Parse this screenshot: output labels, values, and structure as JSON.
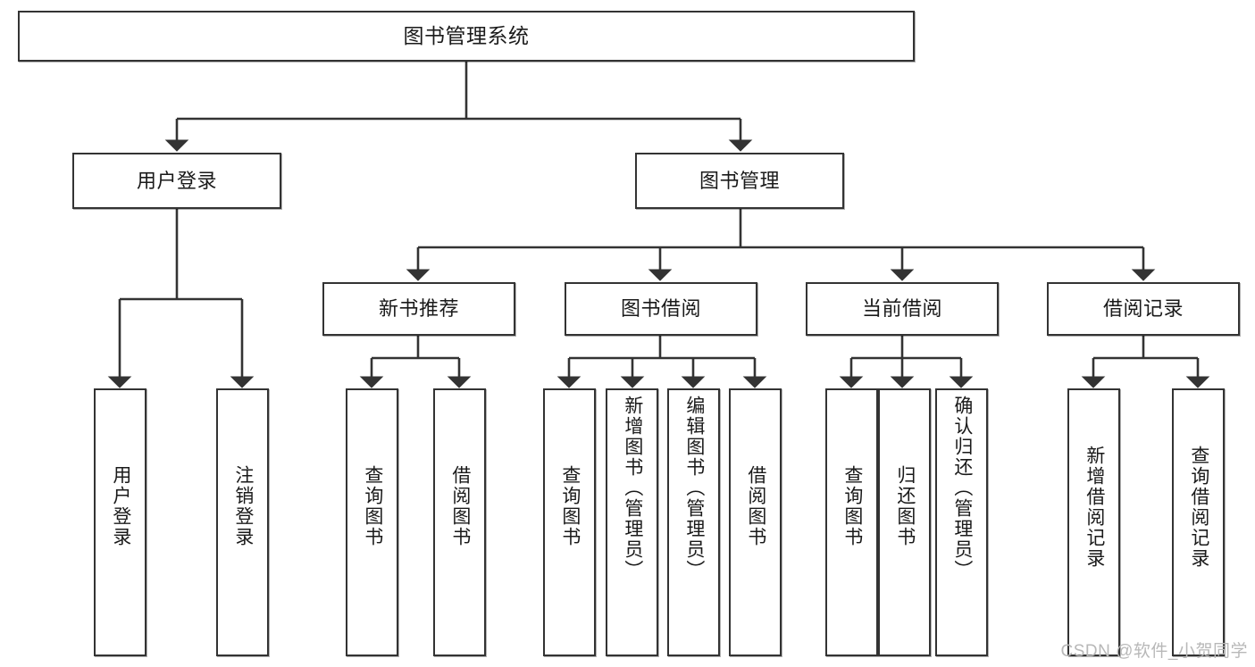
{
  "diagram": {
    "title": "图书管理系统",
    "type": "tree-structure-chart",
    "root": {
      "label": "图书管理系统"
    },
    "level2": [
      {
        "label": "用户登录"
      },
      {
        "label": "图书管理"
      }
    ],
    "level3": [
      {
        "label": "新书推荐"
      },
      {
        "label": "图书借阅"
      },
      {
        "label": "当前借阅"
      },
      {
        "label": "借阅记录"
      }
    ],
    "leaves": {
      "user_login": [
        {
          "label": "用户登录"
        },
        {
          "label": "注销登录"
        }
      ],
      "new_book_recommend": [
        {
          "label": "查询图书"
        },
        {
          "label": "借阅图书"
        }
      ],
      "book_borrow": [
        {
          "label": "查询图书"
        },
        {
          "label": "新增图书（管理员）"
        },
        {
          "label": "编辑图书（管理员）"
        },
        {
          "label": "借阅图书"
        }
      ],
      "current_borrow": [
        {
          "label": "查询图书"
        },
        {
          "label": "归还图书"
        },
        {
          "label": "确认归还（管理员）"
        }
      ],
      "borrow_record": [
        {
          "label": "新增借阅记录"
        },
        {
          "label": "查询借阅记录"
        }
      ]
    }
  },
  "watermark": {
    "text": "CSDN @软件_小贺同学"
  },
  "colors": {
    "border": "#333333",
    "background": "#ffffff",
    "text": "#1a1a1a",
    "watermark": "#b8b8b8"
  }
}
